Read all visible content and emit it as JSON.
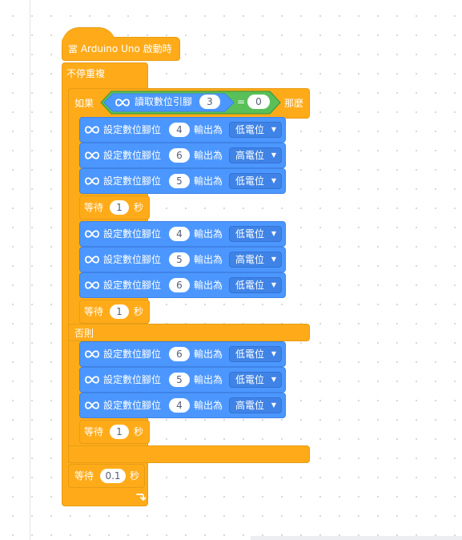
{
  "hat": {
    "label": "當 Arduino Uno 啟動時"
  },
  "forever": {
    "label": "不停重複"
  },
  "if_block": {
    "if_label": "如果",
    "else_label": "否則",
    "then_label": "那麼",
    "condition": {
      "label": "讀取數位引腳",
      "pin": "3",
      "operator": "=",
      "value": "0"
    }
  },
  "set_label": "設定數位腳位",
  "output_label": "輸出為",
  "wait_label": "等待",
  "seconds_label": "秒",
  "then_branch": [
    {
      "pin": "4",
      "level": "低電位"
    },
    {
      "pin": "6",
      "level": "高電位"
    },
    {
      "pin": "5",
      "level": "低電位"
    },
    {
      "wait": "1"
    },
    {
      "pin": "4",
      "level": "低電位"
    },
    {
      "pin": "5",
      "level": "高電位"
    },
    {
      "pin": "6",
      "level": "低電位"
    },
    {
      "wait": "1"
    }
  ],
  "else_branch": [
    {
      "pin": "6",
      "level": "低電位"
    },
    {
      "pin": "5",
      "level": "低電位"
    },
    {
      "pin": "4",
      "level": "高電位"
    },
    {
      "wait": "1"
    }
  ],
  "final_wait": {
    "value": "0.1"
  },
  "colors": {
    "control": "#ffab19",
    "arduino": "#4c97ff",
    "operator": "#59c059",
    "dropdown": "#3f83e6"
  },
  "icons": {
    "arduino": "infinity-icon",
    "loop": "loop-arrow-icon",
    "dropdown": "triangle-down-icon"
  }
}
